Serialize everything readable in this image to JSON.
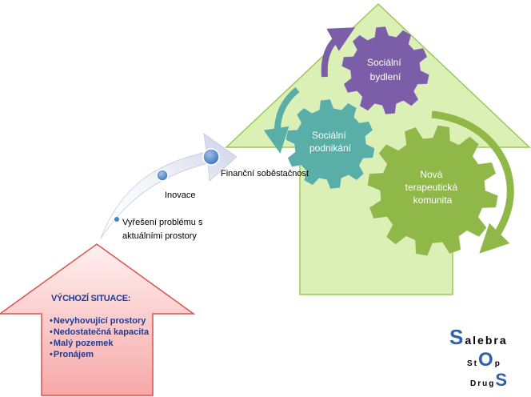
{
  "colors": {
    "house_fill": "#dbf0b4",
    "house_stroke": "#9cc85a",
    "start_arrow_top": "#fff0f0",
    "start_arrow_bottom": "#f7a8a8",
    "start_arrow_stroke": "#d9534f",
    "path_arrow": "#d7dcea",
    "dot_fill": "#4f81bd",
    "gear_purple": "#7b5ea7",
    "gear_teal": "#5aaea8",
    "gear_green": "#8fb848",
    "logo_blue": "#2e5fb0"
  },
  "gears": {
    "social_housing": [
      "Sociální",
      "bydlení"
    ],
    "social_business": [
      "Sociální",
      "podnikání"
    ],
    "therapeutic_community": [
      "Nová",
      "terapeutická",
      "komunita"
    ]
  },
  "flow": {
    "step1": [
      "Vyřešení problému s",
      "aktuálními prostory"
    ],
    "step2": "Inovace",
    "step3": "Finanční soběstačnost"
  },
  "start": {
    "title": "VÝCHOZÍ SITUACE:",
    "items": [
      "Nevyhovující prostory",
      "Nedostatečná kapacita",
      "Malý pozemek",
      "Pronájem"
    ]
  },
  "logo": {
    "line1": "Salebra",
    "line2": "StOp",
    "line3": "DrugS"
  },
  "icons": {
    "gear": "gear-icon",
    "arrow": "curved-arrow-icon",
    "dot": "bullet-dot-icon"
  }
}
